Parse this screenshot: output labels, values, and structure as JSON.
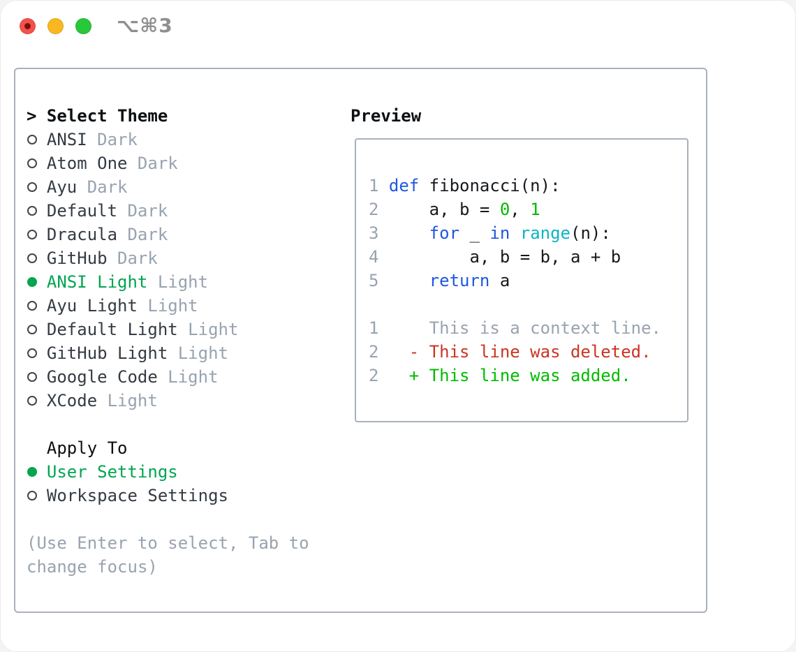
{
  "window": {
    "title": "⌥⌘3"
  },
  "colors": {
    "selection_green": "#00a550",
    "added_green": "#00bb00",
    "deleted_red": "#cb3422",
    "keyword_blue": "#1f57e0",
    "builtin_cyan": "#0cb5c7",
    "muted_gray": "#98a3b0",
    "border_gray": "#a9b1bb"
  },
  "theme_panel": {
    "prompt": ">",
    "title": "Select Theme",
    "themes": [
      {
        "name": "ANSI",
        "tag": "Dark",
        "selected": false
      },
      {
        "name": "Atom One",
        "tag": "Dark",
        "selected": false
      },
      {
        "name": "Ayu",
        "tag": "Dark",
        "selected": false
      },
      {
        "name": "Default",
        "tag": "Dark",
        "selected": false
      },
      {
        "name": "Dracula",
        "tag": "Dark",
        "selected": false
      },
      {
        "name": "GitHub",
        "tag": "Dark",
        "selected": false
      },
      {
        "name": "ANSI Light",
        "tag": "Light",
        "selected": true
      },
      {
        "name": "Ayu Light",
        "tag": "Light",
        "selected": false
      },
      {
        "name": "Default Light",
        "tag": "Light",
        "selected": false
      },
      {
        "name": "GitHub Light",
        "tag": "Light",
        "selected": false
      },
      {
        "name": "Google Code",
        "tag": "Light",
        "selected": false
      },
      {
        "name": "XCode",
        "tag": "Light",
        "selected": false
      }
    ],
    "apply_to": {
      "title": "Apply To",
      "options": [
        {
          "label": "User Settings",
          "selected": true
        },
        {
          "label": "Workspace Settings",
          "selected": false
        }
      ]
    },
    "help_lines": [
      "(Use Enter to select, Tab to",
      "change focus)"
    ]
  },
  "preview": {
    "title": "Preview",
    "lines": [
      {
        "num": "1",
        "segments": [
          {
            "t": "def",
            "c": "kw"
          },
          {
            "t": " fibonacci(n):",
            "c": "plain"
          }
        ]
      },
      {
        "num": "2",
        "segments": [
          {
            "t": "    a, b = ",
            "c": "plain"
          },
          {
            "t": "0",
            "c": "num"
          },
          {
            "t": ", ",
            "c": "plain"
          },
          {
            "t": "1",
            "c": "num"
          }
        ]
      },
      {
        "num": "3",
        "segments": [
          {
            "t": "    ",
            "c": "plain"
          },
          {
            "t": "for",
            "c": "kw"
          },
          {
            "t": " _ ",
            "c": "plain"
          },
          {
            "t": "in",
            "c": "kw"
          },
          {
            "t": " ",
            "c": "plain"
          },
          {
            "t": "range",
            "c": "fn"
          },
          {
            "t": "(n):",
            "c": "plain"
          }
        ]
      },
      {
        "num": "4",
        "segments": [
          {
            "t": "        a, b = b, a + b",
            "c": "plain"
          }
        ]
      },
      {
        "num": "5",
        "segments": [
          {
            "t": "    ",
            "c": "plain"
          },
          {
            "t": "return",
            "c": "kw"
          },
          {
            "t": " a",
            "c": "plain"
          }
        ]
      },
      {
        "num": "",
        "segments": []
      },
      {
        "num": "1",
        "segments": [
          {
            "t": "    This is a context line.",
            "c": "ctx"
          }
        ]
      },
      {
        "num": "2",
        "segments": [
          {
            "t": "  - This line was deleted.",
            "c": "del"
          }
        ]
      },
      {
        "num": "2",
        "segments": [
          {
            "t": "  + This line was added.",
            "c": "add"
          }
        ]
      }
    ]
  }
}
